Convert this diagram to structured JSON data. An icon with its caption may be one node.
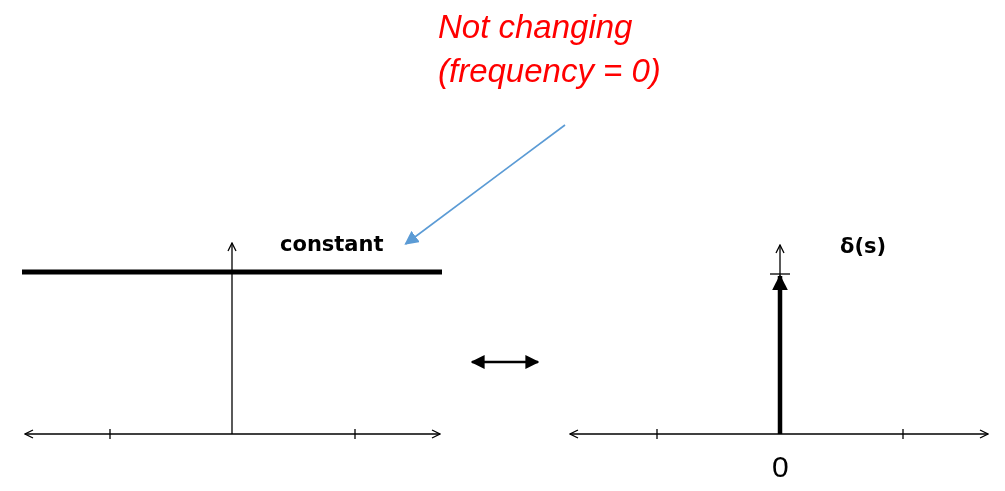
{
  "diagram": {
    "nodes": [
      {
        "text": [
          "Not changing (frequency = 0)"
        ]
      },
      {
        "text": [],
        "shape": "picture"
      },
      {
        "text": [
          "constant"
        ],
        "in": 1
      },
      {
        "text": [
          "δ(s)",
          "0"
        ]
      }
    ],
    "edges": [
      {
        "from": 0,
        "to": 2,
        "arrow": "to",
        "color": "#5b9bd5"
      },
      {
        "from": 1,
        "to": 3,
        "arrow": "both",
        "color": "#000000"
      }
    ]
  }
}
